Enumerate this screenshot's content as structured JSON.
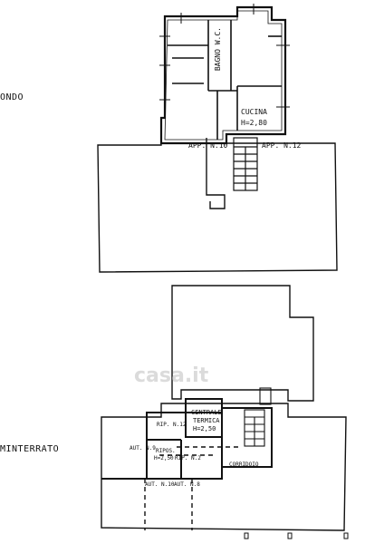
{
  "levels": {
    "upper": "ONDO",
    "lower": "MINTERRATO"
  },
  "upper_floor": {
    "bagno": "BAGNO W.C.",
    "cucina": "CUCINA",
    "cucina_height": "H=2,80",
    "app_left": "APP. N.10",
    "app_right": "APP. N.12"
  },
  "basement": {
    "centrale_line1": "CENTRALE",
    "centrale_line2": "TERMICA",
    "centrale_height": "H=2,50",
    "rip12": "RIP. N.12",
    "aut9": "AUT. N.9",
    "ripos": "RIPOS.",
    "ripos_height": "H=2,50",
    "rip2": "RIP. N.2",
    "corridoio": "CORRIDOIO",
    "aut10": "AUT. N.10",
    "aut8": "AUT. N.8"
  },
  "watermark": "casa.it"
}
